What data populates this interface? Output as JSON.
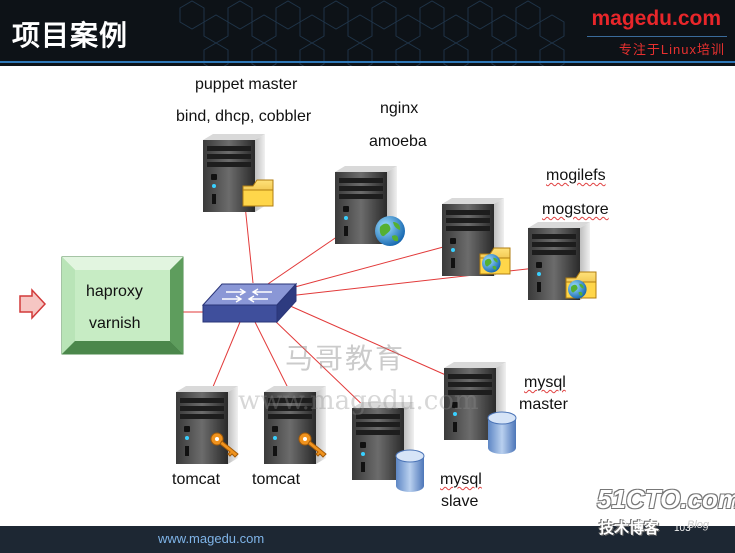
{
  "header": {
    "title": "项目案例",
    "brand": "magedu.com",
    "slogan": "专注于Linux培训"
  },
  "diagram": {
    "entry": {
      "labels": [
        "haproxy",
        "varnish"
      ]
    },
    "nodes": {
      "puppet": {
        "lines": [
          "puppet master",
          "bind, dhcp, cobbler"
        ]
      },
      "nginx": {
        "lines": [
          "nginx",
          "amoeba"
        ]
      },
      "mogile": {
        "lines": [
          "mogilefs",
          "mogstore"
        ]
      },
      "tomcat1": {
        "label": "tomcat"
      },
      "tomcat2": {
        "label": "tomcat"
      },
      "mysql_master": {
        "lines": [
          "mysql",
          "master"
        ]
      },
      "mysql_slave": {
        "lines": [
          "mysql",
          "slave"
        ]
      }
    }
  },
  "watermark": {
    "cn": "马哥教育",
    "url": "www.magedu.com"
  },
  "footer": {
    "url": "www.magedu.com",
    "page": "103"
  },
  "badge": {
    "site": "51CTO.com",
    "sub": "技术博客",
    "blog": "Blog"
  },
  "colors": {
    "link": "#e23a3a",
    "entry_fill": "#c7ecc4",
    "switch": "#3f4f9c",
    "header_bg": "#0d1217"
  },
  "icons": [
    "server-icon",
    "folder-icon",
    "globe-icon",
    "key-icon",
    "database-icon",
    "switch-icon",
    "arrow-right-icon"
  ]
}
